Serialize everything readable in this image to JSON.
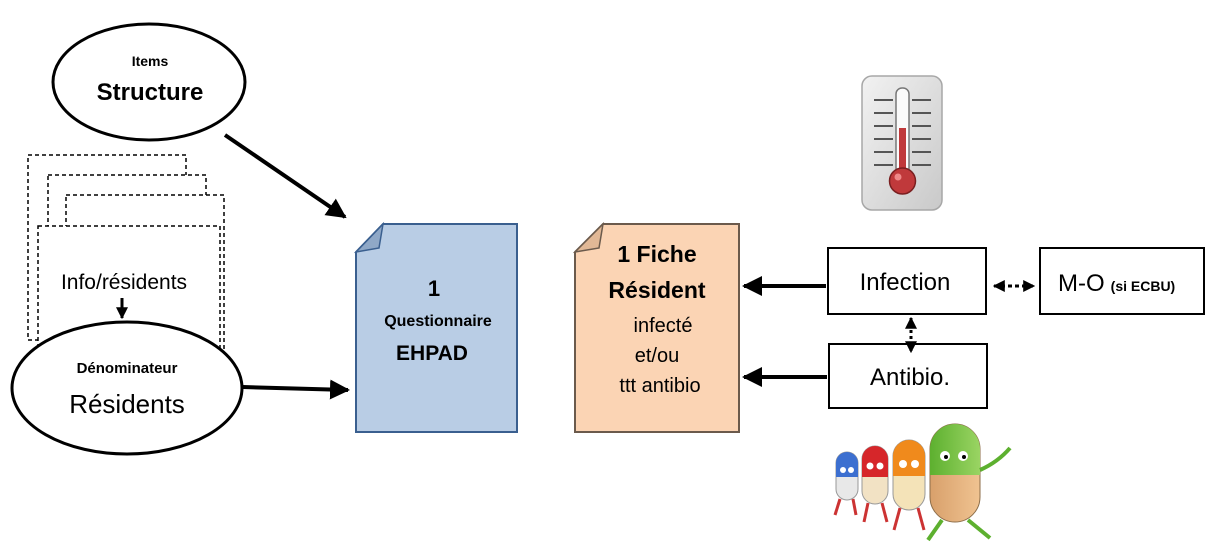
{
  "structure_ellipse": {
    "line1": "Items",
    "line2": "Structure"
  },
  "info_sheets": {
    "label": "Info/résidents"
  },
  "denominator_ellipse": {
    "line1": "Dénominateur",
    "line2": "Résidents"
  },
  "questionnaire_doc": {
    "line1": "1",
    "line2": "Questionnaire",
    "line3": "EHPAD"
  },
  "fiche_doc": {
    "line1": "1 Fiche",
    "line2": "Résident",
    "line3": "infecté",
    "line4": "et/ou",
    "line5": "ttt antibio"
  },
  "infection_box": {
    "label": "Infection"
  },
  "mo_box": {
    "label": "M-O",
    "note": "(si ECBU)"
  },
  "antibio_box": {
    "label": "Antibio."
  },
  "colors": {
    "questionnaire_fill": "#b9cde5",
    "fiche_fill": "#fbd4b4",
    "stroke": "#000000",
    "thermometer_red": "#c0393b"
  },
  "icons": {
    "thermometer": "thermometer-icon",
    "pills": "pill-characters-icon"
  }
}
